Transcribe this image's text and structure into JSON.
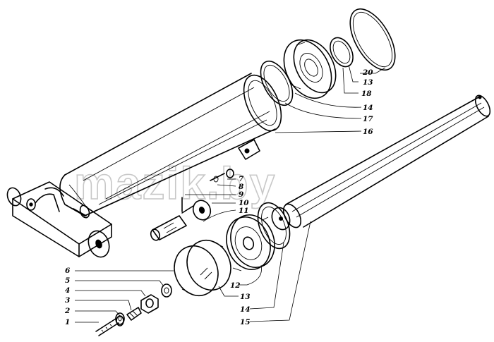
{
  "watermark": "mazik.by",
  "callouts": [
    {
      "id": "c1",
      "label": "1"
    },
    {
      "id": "c2",
      "label": "2"
    },
    {
      "id": "c3",
      "label": "3"
    },
    {
      "id": "c4",
      "label": "4"
    },
    {
      "id": "c5",
      "label": "5"
    },
    {
      "id": "c6",
      "label": "6"
    },
    {
      "id": "c7",
      "label": "7"
    },
    {
      "id": "c8",
      "label": "8"
    },
    {
      "id": "c9",
      "label": "9"
    },
    {
      "id": "c10",
      "label": "10"
    },
    {
      "id": "c11",
      "label": "11"
    },
    {
      "id": "c12",
      "label": "12"
    },
    {
      "id": "c13a",
      "label": "13"
    },
    {
      "id": "c13b",
      "label": "13"
    },
    {
      "id": "c14a",
      "label": "14"
    },
    {
      "id": "c14b",
      "label": "14"
    },
    {
      "id": "c15",
      "label": "15"
    },
    {
      "id": "c16",
      "label": "16"
    },
    {
      "id": "c17",
      "label": "17"
    },
    {
      "id": "c18",
      "label": "18"
    },
    {
      "id": "c20",
      "label": "20"
    }
  ]
}
